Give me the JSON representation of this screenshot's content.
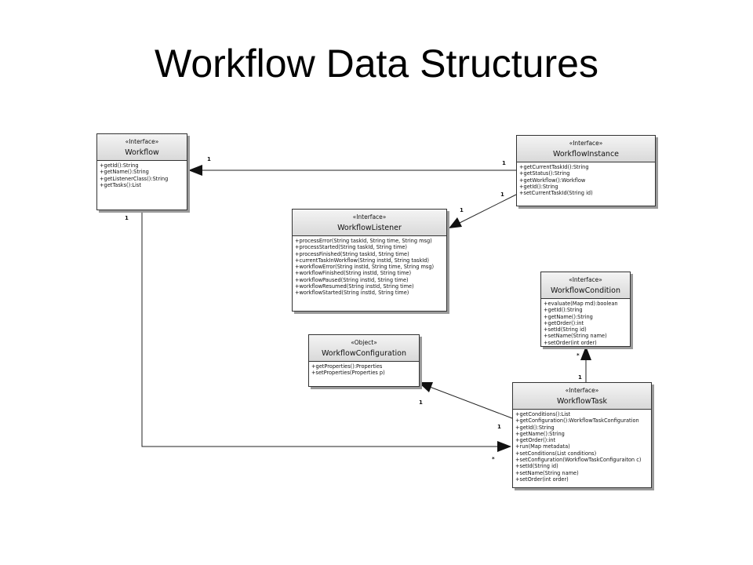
{
  "slide": {
    "title": "Workflow Data Structures"
  },
  "classes": {
    "workflow": {
      "stereotype": "«Interface»",
      "name": "Workflow",
      "operations": [
        "+getId():String",
        "+getName():String",
        "+getListenerClass():String",
        "+getTasks():List"
      ]
    },
    "workflow_instance": {
      "stereotype": "«Interface»",
      "name": "WorkflowInstance",
      "operations": [
        "+getCurrentTaskId():String",
        "+getStatus():String",
        "+getWorkflow():Workflow",
        "+getId():String",
        "+setCurrentTaskId(String id)"
      ]
    },
    "workflow_listener": {
      "stereotype": "«Interface»",
      "name": "WorkflowListener",
      "operations": [
        "+processError(String taskId, String time, String msg)",
        "+processStarted(String taskId, String time)",
        "+processFinished(String taskId, String time)",
        "+currentTaskInWorkflow(String instId, String taskId)",
        "+workflowError(String instId, String time, String msg)",
        "+workflowFinished(String instId, String time)",
        "+workflowPaused(String instId, String time)",
        "+workflowResumed(String instId, String time)",
        "+workflowStarted(String instId, String time)"
      ]
    },
    "workflow_condition": {
      "stereotype": "«Interface»",
      "name": "WorkflowCondition",
      "operations": [
        "+evaluate(Map md):boolean",
        "+getId():String",
        "+getName():String",
        "+getOrder():int",
        "+setId(String id)",
        "+setName(String name)",
        "+setOrder(int order)"
      ]
    },
    "workflow_configuration": {
      "stereotype": "«Object»",
      "name": "WorkflowConfiguration",
      "operations": [
        "+getProperties():Properties",
        "+setProperties(Properties p)"
      ]
    },
    "workflow_task": {
      "stereotype": "«Interface»",
      "name": "WorkflowTask",
      "operations": [
        "+getConditions():List",
        "+getConfiguration():WorkflowTaskConfiguration",
        "+getId():String",
        "+getName():String",
        "+getOrder():int",
        "+run(Map metadata)",
        "+setConditions(List conditions)",
        "+setConfiguration(WorkflowTaskConfiguraiton c)",
        "+setId(String id)",
        "+setName(String name)",
        "+setOrder(int order)"
      ]
    }
  },
  "multiplicities": {
    "instance_to_workflow_source": "1",
    "instance_to_workflow_target": "1",
    "instance_to_listener_source": "1",
    "instance_to_listener_target": "1",
    "workflow_to_task_source": "1",
    "workflow_to_task_target": "*",
    "task_to_configuration_source": "1",
    "task_to_configuration_target": "1",
    "task_to_condition_source": "1",
    "task_to_condition_target": "*"
  }
}
